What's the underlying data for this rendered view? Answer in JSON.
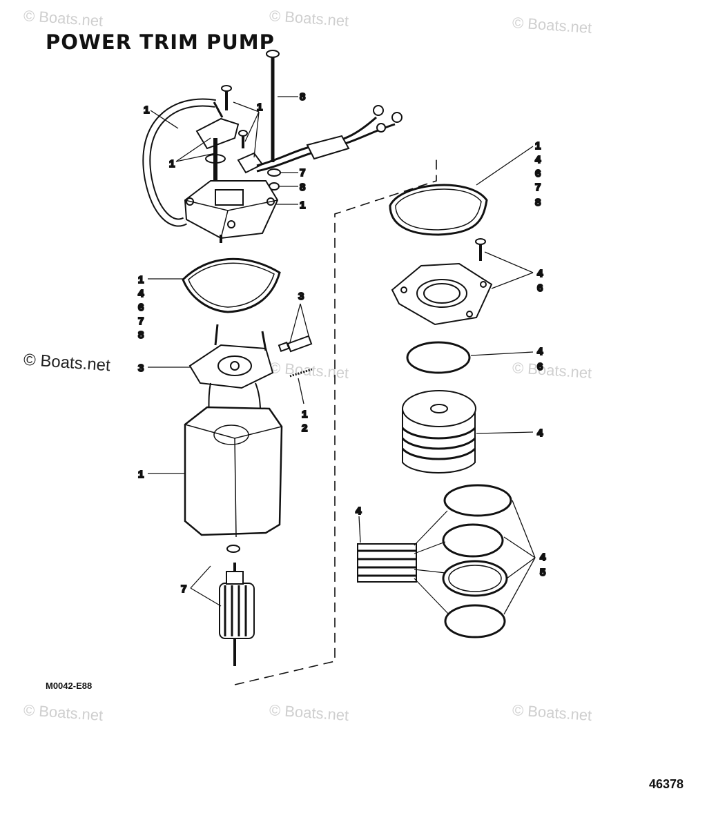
{
  "title": "POWER TRIM PUMP",
  "drawing_code": "M0042-E88",
  "document_number": "46378",
  "watermark": "© Boats.net",
  "callouts": {
    "cap_hose": "1",
    "screws_top": "1",
    "long_bolt": "8",
    "clamp": "1",
    "washer7": "7",
    "washer8": "8",
    "cap_body": "1",
    "gasket_left": [
      "1",
      "4",
      "6",
      "7",
      "8"
    ],
    "brush_parts": "3",
    "brush_plate": "3",
    "spring": [
      "1",
      "2"
    ],
    "motor_frame": "1",
    "armature": "7",
    "gasket_right": [
      "1",
      "4",
      "6",
      "7",
      "8"
    ],
    "plate_screw": [
      "4",
      "6"
    ],
    "oring_upper": [
      "4",
      "6"
    ],
    "pump_body": "4",
    "filter_stack": "4",
    "orings_lower": [
      "4",
      "5"
    ]
  }
}
